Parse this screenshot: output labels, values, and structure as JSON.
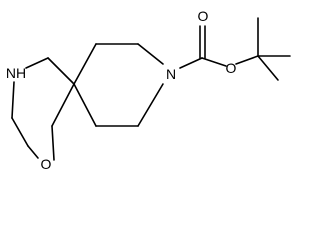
{
  "molecule": {
    "atoms": {
      "n_piperidine": "N",
      "o_carbonyl": "O",
      "o_ester": "O",
      "nh_ring": "NH",
      "o_ring": "O"
    }
  }
}
